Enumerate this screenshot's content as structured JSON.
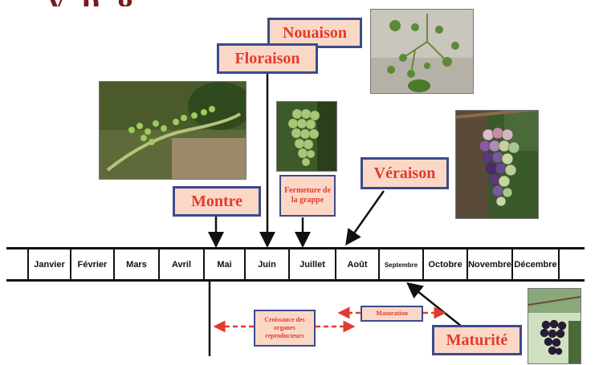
{
  "title_fragment": "y   p                       g",
  "months": [
    "Janvier",
    "Février",
    "Mars",
    "Avril",
    "Mai",
    "Juin",
    "Juillet",
    "Août",
    "Septembre",
    "Octobre",
    "Novembre",
    "Décembre"
  ],
  "stages": {
    "nouaison": "Nouaison",
    "floraison": "Floraison",
    "montre": "Montre",
    "fermeture": "Fermeture de la grappe",
    "veraison": "Véraison",
    "maturite": "Maturité"
  },
  "phases": {
    "croissance": "Croissance des organes reproducteurs",
    "maturation": "Maturation"
  },
  "colors": {
    "label_fill": "#fbd8c6",
    "label_border": "#3d4a8a",
    "label_text": "#e23b2e",
    "arrow": "#111111",
    "dashed_arrow": "#e23b2e"
  }
}
